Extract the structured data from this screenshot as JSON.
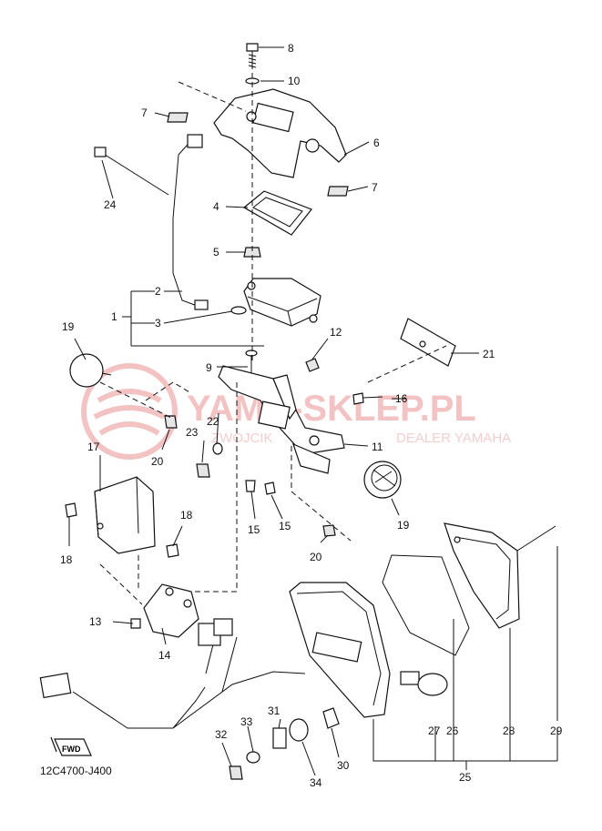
{
  "watermark": {
    "title": "YAMA-SKLEP.PL",
    "subtitle": "DEALER YAMAHA",
    "subtitle_prefix": "ZWOJCIK",
    "color": "#f2b9b9"
  },
  "diagram_code": "12C4700-J400",
  "fwd_label": "FWD",
  "callouts": {
    "c1": "1",
    "c2": "2",
    "c3": "3",
    "c4": "4",
    "c5": "5",
    "c6": "6",
    "c7a": "7",
    "c7b": "7",
    "c8": "8",
    "c9": "9",
    "c10": "10",
    "c11": "11",
    "c12": "12",
    "c13": "13",
    "c14": "14",
    "c15a": "15",
    "c15b": "15",
    "c16": "16",
    "c17": "17",
    "c18a": "18",
    "c18b": "18",
    "c19a": "19",
    "c19b": "19",
    "c20a": "20",
    "c20b": "20",
    "c21": "21",
    "c22": "22",
    "c23": "23",
    "c24": "24",
    "c25": "25",
    "c26": "26",
    "c27": "27",
    "c28": "28",
    "c29": "29",
    "c30": "30",
    "c31": "31",
    "c32": "32",
    "c33": "33",
    "c34": "34"
  }
}
